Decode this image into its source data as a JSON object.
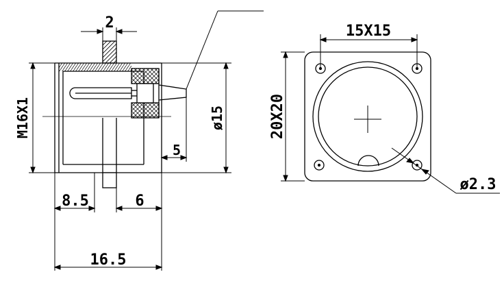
{
  "side_view": {
    "dims": {
      "flange_thickness": "2",
      "thread": "M16X1",
      "body_diameter": "ø15",
      "pin_offset": "5",
      "front_length": "8.5",
      "rear_length": "6",
      "overall_length": "16.5"
    }
  },
  "front_view": {
    "dims": {
      "hole_spacing": "15X15",
      "flange_size": "20X20",
      "hole_diameter": "ø2.3"
    }
  }
}
